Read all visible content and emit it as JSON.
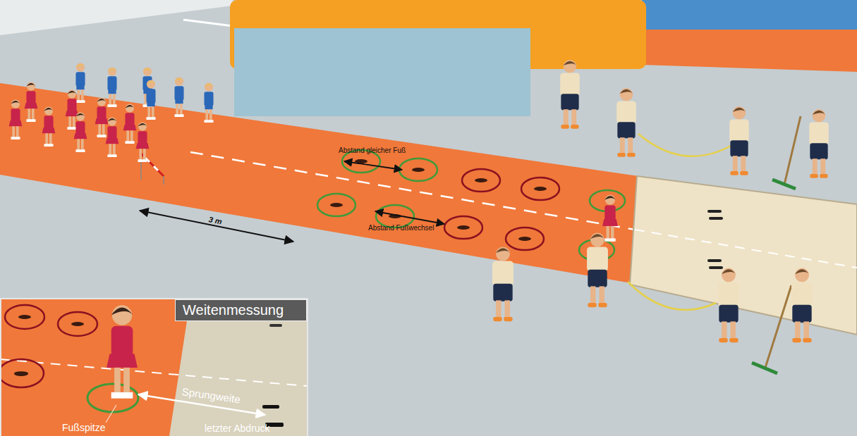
{
  "diagram": {
    "nodes": [
      {
        "text": [
          "Weitenmessung"
        ]
      }
    ],
    "labels": [
      "Abstand gleicher Fuß",
      "3 m",
      "Abstand Fußwechsel",
      "Sprungweite",
      "Fußspitze",
      "letzter Abdruck"
    ]
  }
}
